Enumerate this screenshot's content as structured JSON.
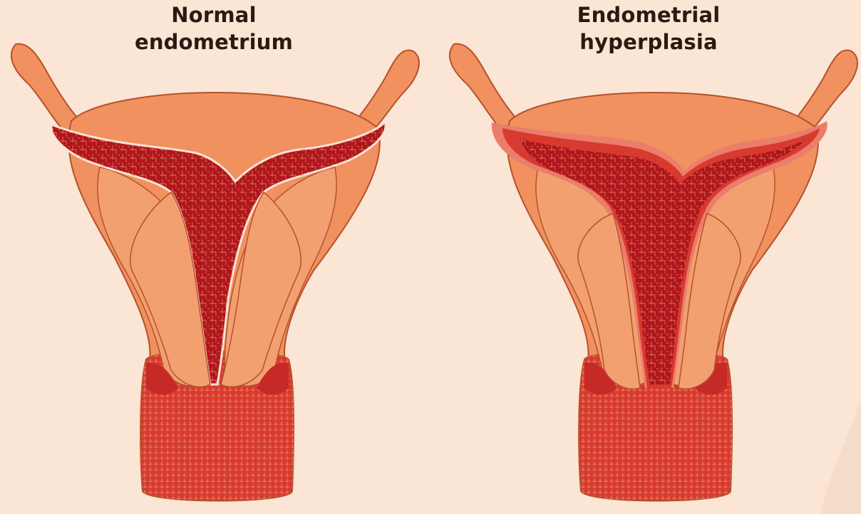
{
  "panels": {
    "left": {
      "title_line1": "Normal",
      "title_line2": "endometrium"
    },
    "right": {
      "title_line1": "Endometrial",
      "title_line2": "hyperplasia"
    }
  },
  "colors": {
    "background": "#fbe5d4",
    "uterus_wall": "#f0915f",
    "uterus_outline": "#b5512c",
    "endometrium_dark": "#b0161c",
    "endometrium_mid": "#d83a2f",
    "endometrium_light": "#ea7d6c",
    "title_text": "#2b1a12"
  }
}
